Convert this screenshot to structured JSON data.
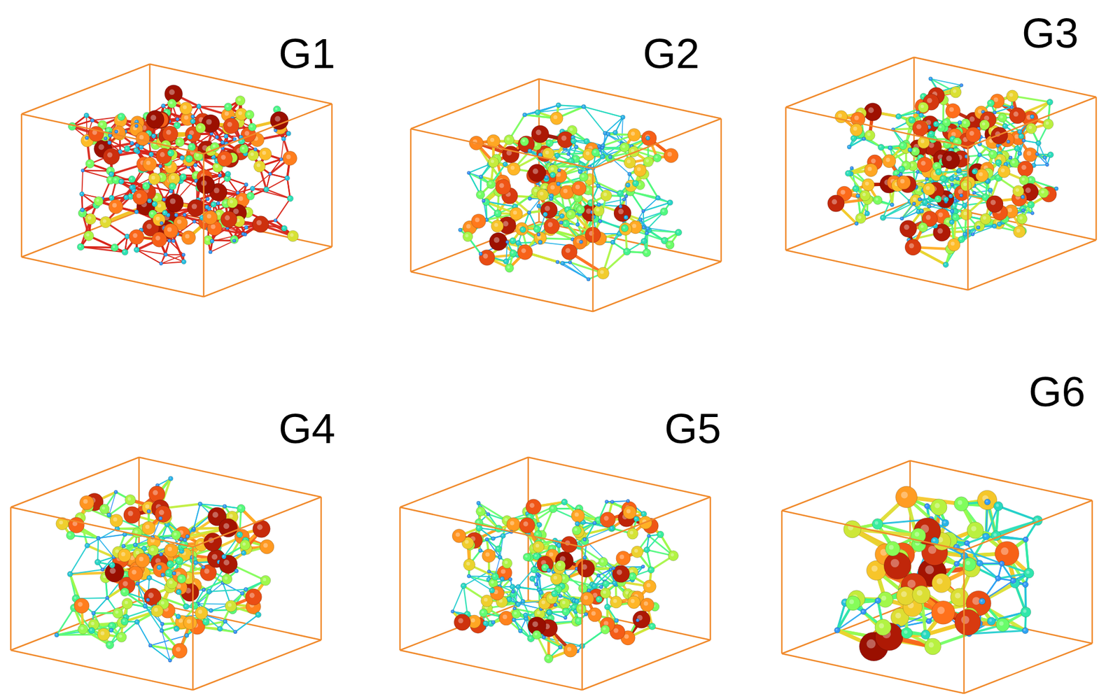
{
  "diagram": {
    "labels": [
      "G1",
      "G2",
      "G3",
      "G4",
      "G5",
      "G6"
    ]
  }
}
